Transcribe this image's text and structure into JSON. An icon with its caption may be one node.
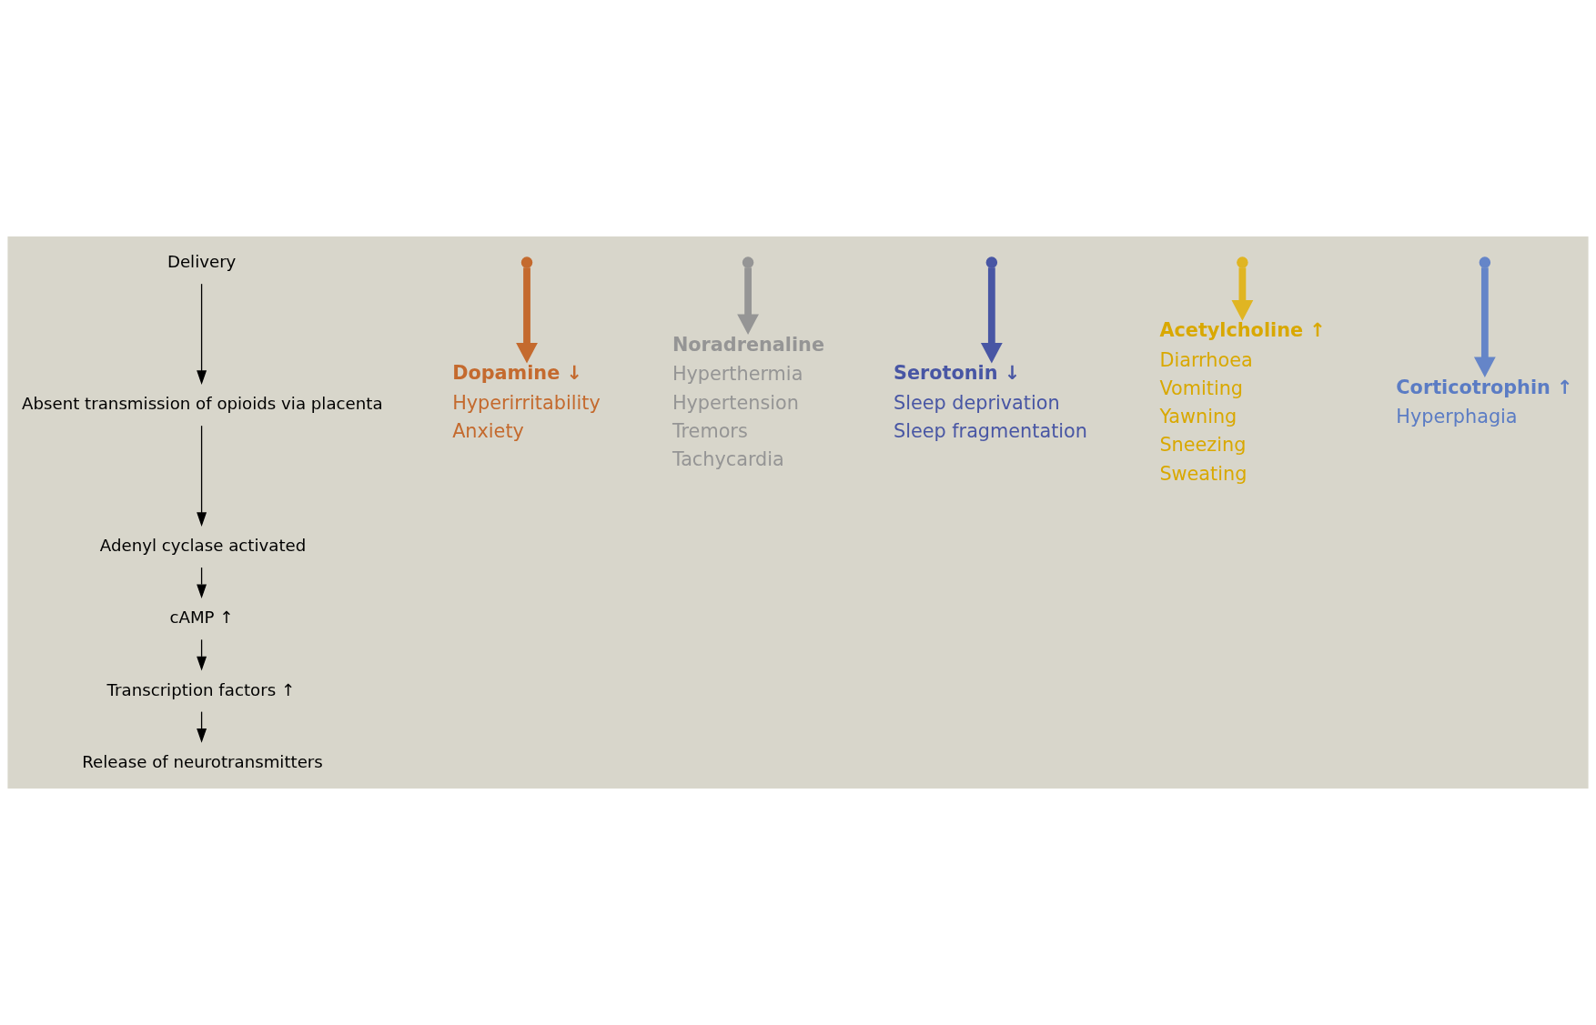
{
  "diagram": {
    "nodes": [
      {
        "text": [
          "Delivery"
        ]
      },
      {
        "text": [
          "Absent transmission of opioids via placenta"
        ]
      },
      {
        "text": [
          "Adenyl cyclase activated"
        ]
      },
      {
        "text": [
          "cAMP ↑"
        ]
      },
      {
        "text": [
          "Transcription factors ↑"
        ]
      },
      {
        "text": [
          "Release of neurotransmitters"
        ]
      },
      {
        "text": [
          "Dopamine ↓",
          "Hyperirritability",
          "Anxiety"
        ]
      },
      {
        "text": [
          "Noradrenaline",
          "Hyperthermia",
          "Hypertension",
          "Tremors",
          "Tachycardia"
        ]
      },
      {
        "text": [
          "Serotonin ↓",
          "Sleep deprivation",
          "Sleep fragmentation"
        ]
      },
      {
        "text": [
          "Acetylcholine ↑",
          "Diarrhoea",
          "Vomiting",
          "Yawning",
          "Sneezing",
          "Sweating"
        ]
      },
      {
        "text": [
          "Corticotrophin ↑",
          "Hyperphagia"
        ]
      }
    ],
    "edges": [
      {
        "from": 0,
        "to": 1,
        "arrow": "to"
      },
      {
        "from": 1,
        "to": 2,
        "arrow": "to"
      },
      {
        "from": 2,
        "to": 3,
        "arrow": "to"
      },
      {
        "from": 3,
        "to": 4,
        "arrow": "to"
      },
      {
        "from": 4,
        "to": 5,
        "arrow": "to"
      },
      {
        "from": null,
        "to": 6,
        "arrow": "to",
        "style": "thick",
        "color": "#c46a2e"
      },
      {
        "from": null,
        "to": 7,
        "arrow": "to",
        "style": "thick",
        "color": "#959595"
      },
      {
        "from": null,
        "to": 8,
        "arrow": "to",
        "style": "thick",
        "color": "#4856a4"
      },
      {
        "from": null,
        "to": 9,
        "arrow": "to",
        "style": "thick",
        "color": "#e0b522"
      },
      {
        "from": null,
        "to": 10,
        "arrow": "to",
        "style": "thick",
        "color": "#6585c8"
      }
    ]
  }
}
